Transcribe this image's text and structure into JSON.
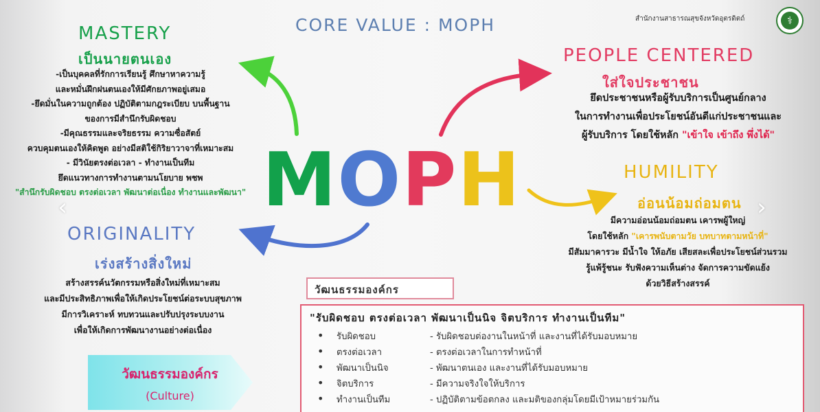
{
  "header": {
    "title": "CORE VALUE : MOPH",
    "org_name": "สำนักงานสาธารณสุขจังหวัดอุตรดิตถ์"
  },
  "colors": {
    "mastery": "#17a04a",
    "originality": "#5a78c2",
    "people": "#e23b62",
    "humility": "#e8b412",
    "culture": "#d8236d"
  },
  "center_letters": [
    {
      "char": "M",
      "color": "#12a14b"
    },
    {
      "char": "O",
      "color": "#4f7ad0"
    },
    {
      "char": "P",
      "color": "#e23a5c"
    },
    {
      "char": "H",
      "color": "#ecc21b"
    }
  ],
  "mastery": {
    "title": "MASTERY",
    "subtitle": "เป็นนายตนเอง",
    "lines": [
      "-เป็นบุคคลที่รักการเรียนรู้ ศึกษาหาความรู้",
      "และหมั่นฝึกฝนตนเองให้มีศักยภาพอยู่เสมอ",
      "-ยึดมั่นในความถูกต้อง ปฏิบัติตามกฎระเบียบ บนพื้นฐาน",
      "ของการมีสำนึกรับผิดชอบ",
      "-มีคุณธรรมและจริยธรรม ความซื่อสัตย์",
      "ควบคุมตนเองให้คิดพูด อย่างมีสติใช้กิริยาวาจาที่เหมาะสม",
      "- มีวินัยตรงต่อเวลา - ทำงานเป็นทีม",
      "ยึดแนวทางการทำงานตามนโยบาย พชพ",
      "\"สำนึกรับผิดชอบ ตรงต่อเวลา พัฒนาต่อเนื่อง ทำงานและพัฒนา\""
    ]
  },
  "people_centered": {
    "title": "PEOPLE CENTERED",
    "subtitle": "ใส่ใจประชาชน",
    "lines": [
      "ยึดประชาชนหรือผู้รับบริการเป็นศูนย์กลาง",
      "ในการทำงานเพื่อประโยชน์อันดีแก่ประชาชนและ"
    ],
    "last_line_prefix": "ผู้รับบริการ  โดยใช้หลัก ",
    "last_line_emphasis": "\"เข้าใจ เข้าถึง พึ่งได้\""
  },
  "humility": {
    "title": "HUMILITY",
    "subtitle": "อ่อนน้อมถ่อมตน",
    "line1": "มีความอ่อนน้อมถ่อมตน เคารพผู้ใหญ่",
    "line2_prefix": "โดยใช้หลัก ",
    "line2_emphasis": "\"เคารพนับตามวัย บทบาทตามหน้าที่\"",
    "lines": [
      "มีสัมมาคารวะ มีน้ำใจ ให้อภัย เสียสละเพื่อประโยชน์ส่วนรวม",
      "รู้แพ้รู้ชนะ รับฟังความเห็นต่าง จัดการความขัดแย้ง",
      "ด้วยวิธีสร้างสรรค์"
    ]
  },
  "originality": {
    "title": "ORIGINALITY",
    "subtitle": "เร่งสร้างสิ่งใหม่",
    "lines": [
      "สร้างสรรค์นวัตกรรมหรือสิ่งใหม่ที่เหมาะสม",
      "และมีประสิทธิภาพเพื่อให้เกิดประโยชน์ต่อระบบสุขภาพ",
      "มีการวิเคราะห์ ทบทวนและปรับปรุงระบบงาน",
      "เพื่อให้เกิดการพัฒนางานอย่างต่อเนื่อง"
    ]
  },
  "culture_tag": {
    "th": "วัฒนธรรมองค์กร",
    "en": "(Culture)"
  },
  "org_culture": {
    "label": "วัฒนธรรมองค์กร",
    "headline": "\"รับผิดชอบ ตรงต่อเวลา พัฒนาเป็นนิจ จิตบริการ ทำงานเป็นทีม\"",
    "bullet": "•",
    "items": [
      {
        "term": "รับผิดชอบ",
        "desc": "- รับผิดชอบต่องานในหน้าที่ และงานที่ได้รับมอบหมาย"
      },
      {
        "term": "ตรงต่อเวลา",
        "desc": "- ตรงต่อเวลาในการทำหน้าที่"
      },
      {
        "term": "พัฒนาเป็นนิจ",
        "desc": "- พัฒนาตนเอง และงานที่ได้รับมอบหมาย"
      },
      {
        "term": "จิตบริการ",
        "desc": "- มีความจริงใจให้บริการ"
      },
      {
        "term": "ทำงานเป็นทีม",
        "desc": "- ปฏิบัติตามข้อตกลง และมติของกลุ่มโดยมีเป้าหมายร่วมกัน"
      }
    ]
  },
  "navigation": {
    "prev_icon": "‹",
    "next_icon": "›"
  }
}
